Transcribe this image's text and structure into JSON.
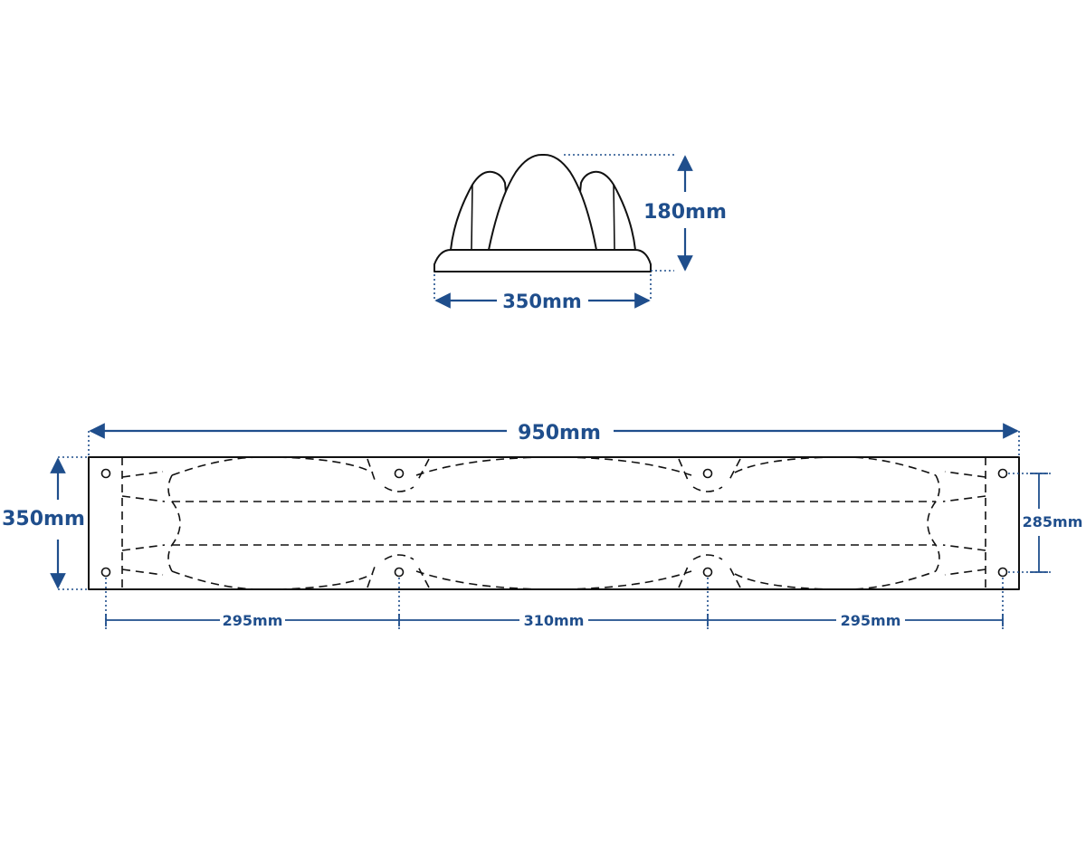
{
  "dimensions": {
    "front_width": "350mm",
    "front_height": "180mm",
    "top_length": "950mm",
    "top_width": "350mm",
    "hole_span_vertical": "285mm",
    "hole_spacing_left": "295mm",
    "hole_spacing_middle": "310mm",
    "hole_spacing_right": "295mm"
  },
  "colors": {
    "dimension": "#1f4e8c",
    "outline": "#111111",
    "background": "#ffffff"
  }
}
